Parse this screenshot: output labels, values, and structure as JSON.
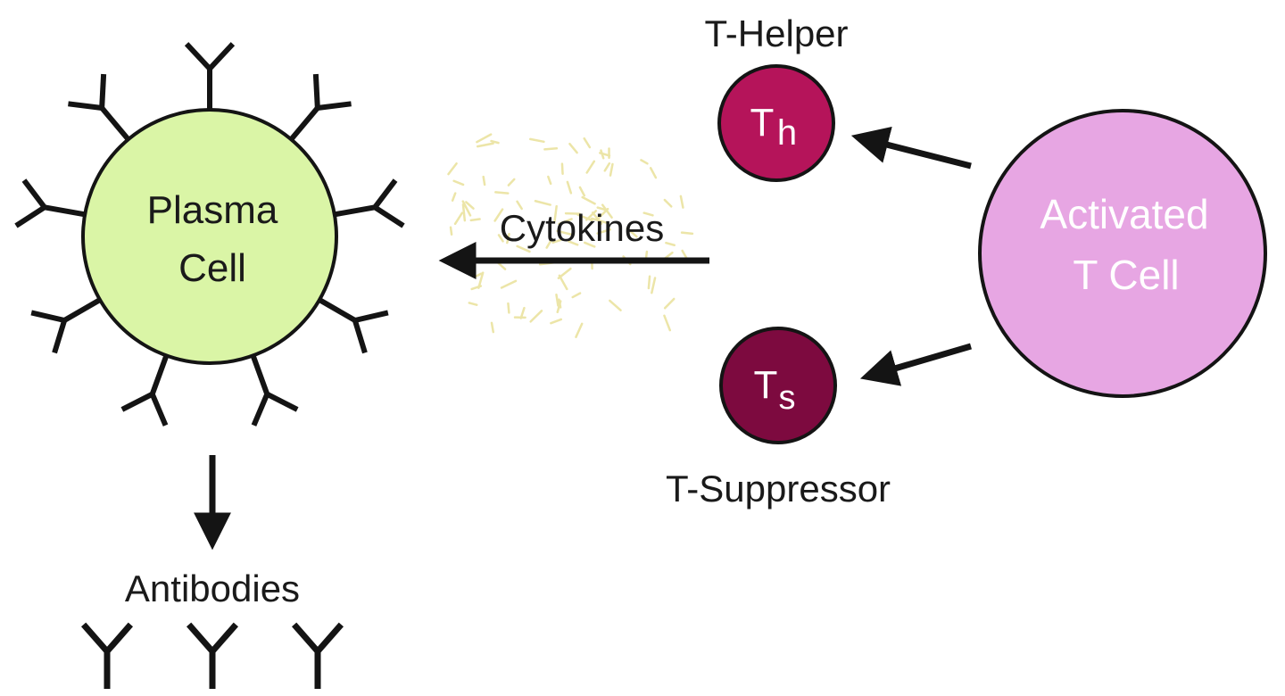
{
  "plasma_cell": {
    "line1": "Plasma",
    "line2": "Cell",
    "fill": "#daf5a6"
  },
  "activated_t_cell": {
    "line1": "Activated",
    "line2": "T Cell",
    "fill": "#e7a6e3"
  },
  "t_helper": {
    "label": "T-Helper",
    "symbol": "T",
    "subscript": "h",
    "fill": "#b5145a"
  },
  "t_suppressor": {
    "label": "T-Suppressor",
    "symbol": "T",
    "subscript": "s",
    "fill": "#7d0a3f"
  },
  "cytokines": {
    "label": "Cytokines",
    "fill": "#ece5a8"
  },
  "antibodies": {
    "label": "Antibodies",
    "count": 3
  },
  "colors": {
    "stroke": "#141414",
    "arrow": "#141414"
  }
}
